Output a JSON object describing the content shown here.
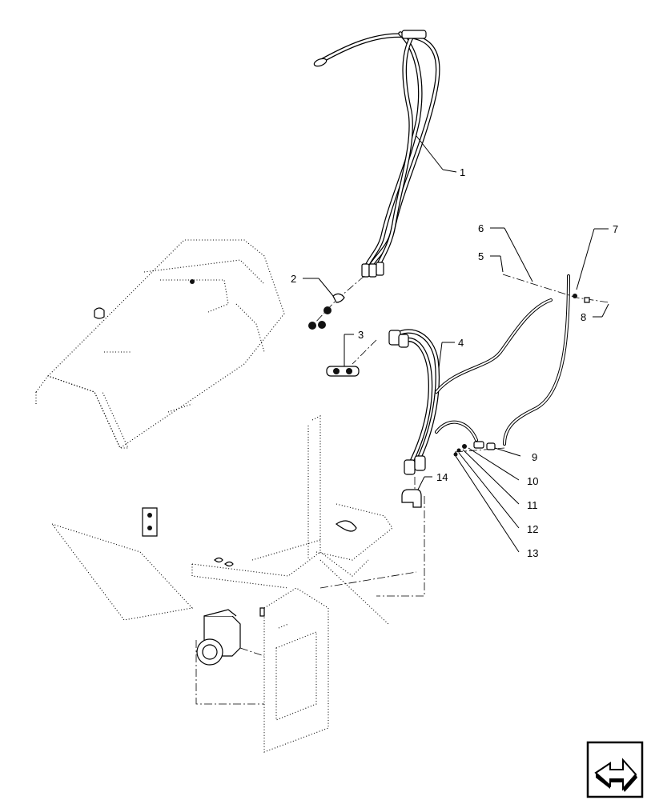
{
  "callouts": [
    {
      "id": "1",
      "label": "1"
    },
    {
      "id": "2",
      "label": "2"
    },
    {
      "id": "3",
      "label": "3"
    },
    {
      "id": "4",
      "label": "4"
    },
    {
      "id": "5",
      "label": "5"
    },
    {
      "id": "6",
      "label": "6"
    },
    {
      "id": "7",
      "label": "7"
    },
    {
      "id": "8",
      "label": "8"
    },
    {
      "id": "9",
      "label": "9"
    },
    {
      "id": "10",
      "label": "10"
    },
    {
      "id": "11",
      "label": "11"
    },
    {
      "id": "12",
      "label": "12"
    },
    {
      "id": "13",
      "label": "13"
    },
    {
      "id": "14",
      "label": "14"
    }
  ],
  "nav_icon": "next-page-arrow-icon"
}
